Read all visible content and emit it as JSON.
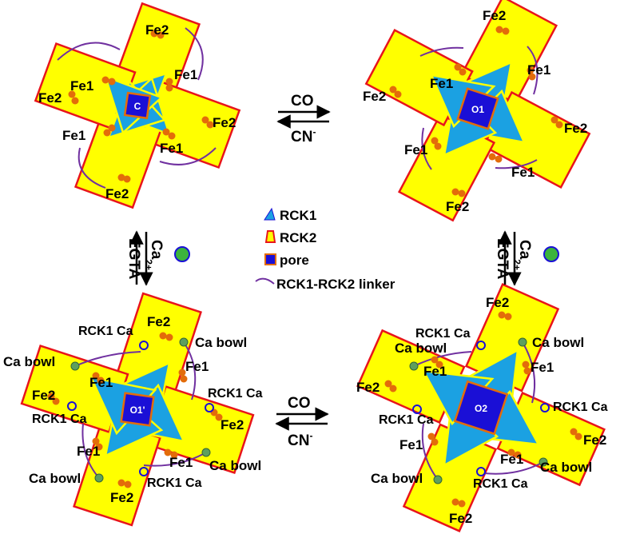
{
  "states": {
    "closed": {
      "pore": "C"
    },
    "open1": {
      "pore": "O1"
    },
    "open1_prime": {
      "pore": "O1'"
    },
    "open2": {
      "pore": "O2"
    }
  },
  "site_labels": {
    "fe1": "Fe1",
    "fe2": "Fe2",
    "rck1_ca": "RCK1 Ca",
    "ca_bowl": "Ca bowl"
  },
  "transitions": {
    "co": "CO",
    "cn": "CN",
    "cn_superscript": "-",
    "egta": "EGTA",
    "ca": "Ca",
    "ca_superscript": "2+"
  },
  "legend": {
    "rck1": "RCK1",
    "rck2": "RCK2",
    "pore": "pore",
    "linker": "RCK1-RCK2 linker"
  },
  "colors": {
    "rck1_fill": "#1ba1e2",
    "rck1_stroke": "#ffff00",
    "rck2_fill": "#ffff00",
    "rck2_stroke": "#e8141b",
    "pore_fill": "#1a0fd6",
    "pore_stroke": "#e36c0a",
    "iron": "#e36c0a",
    "linker": "#7030a0",
    "ca_bowl_site": "#5e9f5e",
    "rck1_ca_site": "#1a0fd6",
    "calcium_ion": "#3cb43c"
  }
}
